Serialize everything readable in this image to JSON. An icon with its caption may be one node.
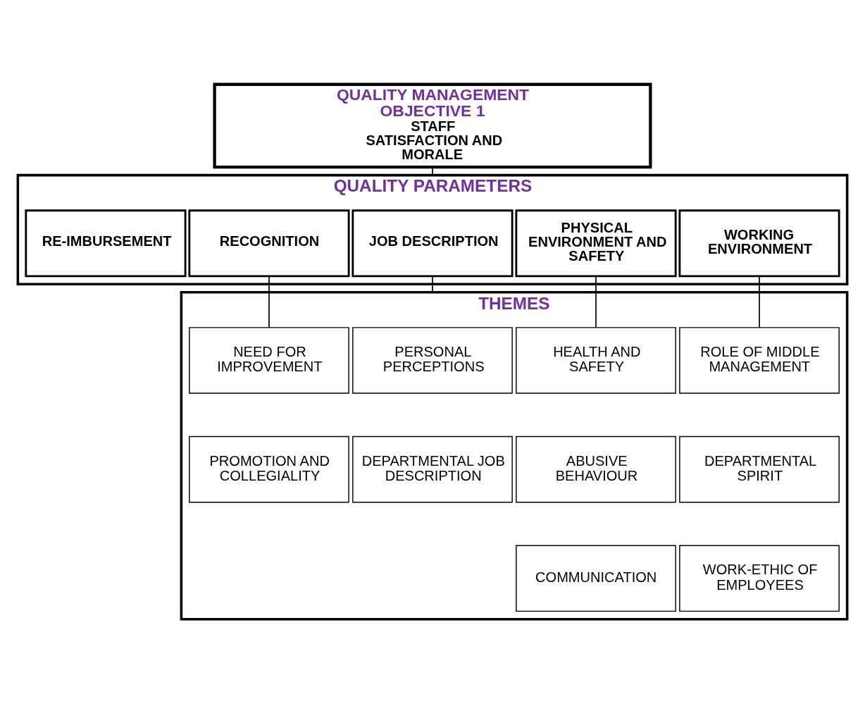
{
  "diagram": {
    "nodes": [
      {
        "text": [
          "QUALITY MANAGEMENT OBJECTIVE 1",
          "STAFF SATISFACTION AND MORALE"
        ]
      },
      {
        "text": [
          "QUALITY PARAMETERS"
        ]
      },
      {
        "text": [
          "WORKING ENVIRONMENT"
        ],
        "in": 1
      },
      {
        "text": [
          "PHYSICAL ENVIRONMENT AND SAFETY"
        ],
        "in": 1
      },
      {
        "text": [
          "JOB DESCRIPTION"
        ],
        "in": 1
      },
      {
        "text": [
          "RECOGNITION"
        ],
        "in": 1
      },
      {
        "text": [
          "RE-IMBURSEMENT"
        ],
        "in": 1
      },
      {
        "text": [
          "THEMES"
        ]
      },
      {
        "text": [
          "ROLE OF MIDDLE MANAGEMENT"
        ],
        "in": 7
      },
      {
        "text": [
          "HEALTH AND SAFETY"
        ],
        "in": 7
      },
      {
        "text": [
          "PERSONAL PERCEPTIONS"
        ],
        "in": 7
      },
      {
        "text": [
          "NEED FOR IMPROVEMENT"
        ],
        "in": 7
      },
      {
        "text": [
          "DEPARTMENTAL SPIRIT"
        ],
        "in": 7
      },
      {
        "text": [
          "ABUSIVE BEHAVIOUR"
        ],
        "in": 7
      },
      {
        "text": [
          "DEPARTMENTAL JOB DESCRIPTION"
        ],
        "in": 7
      },
      {
        "text": [
          "PROMOTION AND COLLEGIALITY"
        ],
        "in": 7
      },
      {
        "text": [
          "WORK-ETHIC OF EMPLOYEES"
        ],
        "in": 7
      },
      {
        "text": [
          "COMMUNICATION"
        ],
        "in": 7
      }
    ],
    "edges": [
      {
        "from": 0,
        "to": 1,
        "arrow": "none"
      },
      {
        "from": 2,
        "to": 8,
        "arrow": "none"
      },
      {
        "from": 3,
        "to": 9,
        "arrow": "none"
      },
      {
        "from": 4,
        "to": 7,
        "arrow": "none"
      },
      {
        "from": 5,
        "to": 11,
        "arrow": "none"
      }
    ]
  }
}
